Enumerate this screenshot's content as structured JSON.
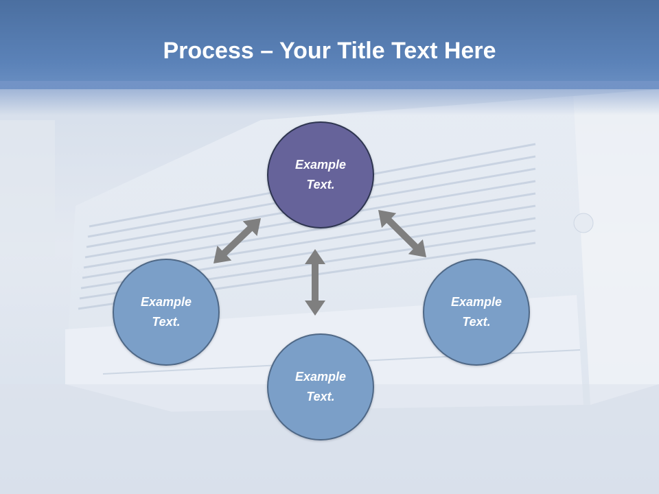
{
  "title": {
    "bold": "Process",
    "rest": " – Your Title Text Here"
  },
  "diagram": {
    "center": {
      "text": "Example\nText.",
      "color": "#66639a"
    },
    "nodes": [
      {
        "text": "Example\nText.",
        "color": "#7b9fc8"
      },
      {
        "text": "Example\nText.",
        "color": "#7b9fc8"
      },
      {
        "text": "Example\nText.",
        "color": "#7b9fc8"
      }
    ],
    "arrow_color": "#7f7f7f"
  }
}
